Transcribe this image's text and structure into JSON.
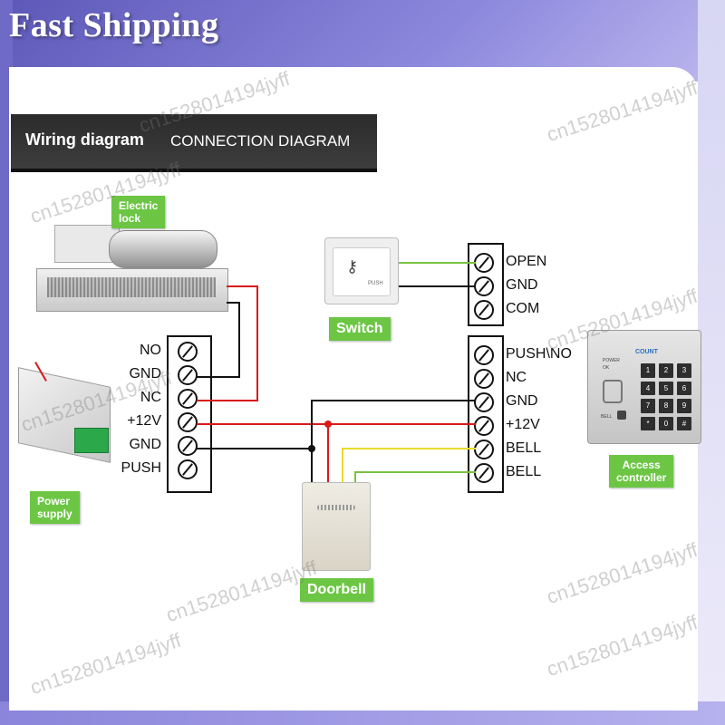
{
  "banner": {
    "text": "Fast Shipping"
  },
  "title": {
    "bold": "Wiring diagram",
    "thin": "CONNECTION DIAGRAM"
  },
  "components": {
    "electric_lock": {
      "label": "Electric\nlock"
    },
    "power_supply": {
      "label": "Power\nsupply"
    },
    "switch": {
      "label": "Switch",
      "face_text": "PUSH"
    },
    "doorbell": {
      "label": "Doorbell"
    },
    "access_controller": {
      "label": "Access\ncontroller",
      "brand": "COUNT",
      "status_lights": [
        "POWER",
        "OK"
      ],
      "bell_text": "BELL",
      "keys": [
        "1",
        "2",
        "3",
        "4",
        "5",
        "6",
        "7",
        "8",
        "9",
        "*",
        "0",
        "#"
      ]
    }
  },
  "terminals": {
    "power_supply": [
      "NO",
      "GND",
      "NC",
      "+12V",
      "GND",
      "PUSH"
    ],
    "switch_block": [
      "OPEN",
      "GND",
      "COM"
    ],
    "controller_block": [
      "PUSH\\NO",
      "NC",
      "GND",
      "+12V",
      "BELL",
      "BELL"
    ]
  },
  "colors": {
    "red_wire": "#d91a1a",
    "black_wire": "#111111",
    "green_wire": "#79c240",
    "yellow_wire": "#e6dc2a",
    "tag_green": "#6cc644"
  },
  "watermark": "cn1528014194jyff"
}
